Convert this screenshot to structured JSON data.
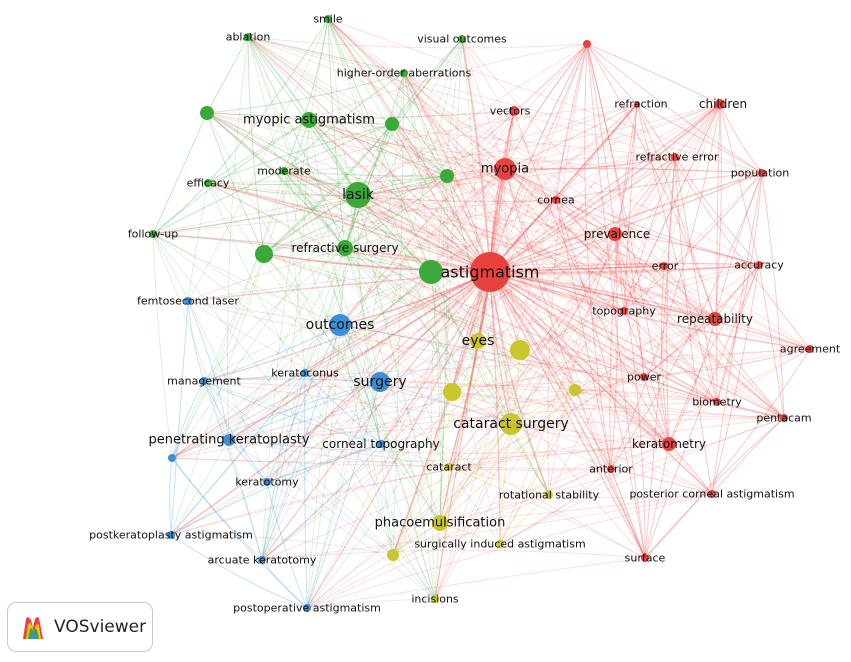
{
  "app": {
    "name": "VOSviewer"
  },
  "colors": {
    "red": "#e8423f",
    "green": "#3aa93a",
    "blue": "#3b8fd6",
    "yellow": "#c9c62a"
  },
  "nodes": [
    {
      "label": "astigmatism",
      "cluster": "red",
      "weight": 5
    },
    {
      "label": "myopia",
      "cluster": "red",
      "weight": 3
    },
    {
      "label": "vectors",
      "cluster": "red",
      "weight": 1
    },
    {
      "label": "refraction",
      "cluster": "red",
      "weight": 1
    },
    {
      "label": "children",
      "cluster": "red",
      "weight": 1
    },
    {
      "label": "refractive error",
      "cluster": "red",
      "weight": 1
    },
    {
      "label": "population",
      "cluster": "red",
      "weight": 1
    },
    {
      "label": "cornea",
      "cluster": "red",
      "weight": 1
    },
    {
      "label": "prevalence",
      "cluster": "red",
      "weight": 2
    },
    {
      "label": "error",
      "cluster": "red",
      "weight": 1
    },
    {
      "label": "accuracy",
      "cluster": "red",
      "weight": 1
    },
    {
      "label": "topography",
      "cluster": "red",
      "weight": 1
    },
    {
      "label": "repeatability",
      "cluster": "red",
      "weight": 2
    },
    {
      "label": "agreement",
      "cluster": "red",
      "weight": 1
    },
    {
      "label": "power",
      "cluster": "red",
      "weight": 1
    },
    {
      "label": "biometry",
      "cluster": "red",
      "weight": 1
    },
    {
      "label": "pentacam",
      "cluster": "red",
      "weight": 1
    },
    {
      "label": "keratometry",
      "cluster": "red",
      "weight": 2
    },
    {
      "label": "anterior",
      "cluster": "red",
      "weight": 1
    },
    {
      "label": "posterior corneal astigmatism",
      "cluster": "red",
      "weight": 1
    },
    {
      "label": "surface",
      "cluster": "red",
      "weight": 1
    },
    {
      "label": "",
      "cluster": "red",
      "weight": 1
    },
    {
      "label": "lasik",
      "cluster": "green",
      "weight": 4
    },
    {
      "label": "smile",
      "cluster": "green",
      "weight": 1
    },
    {
      "label": "ablation",
      "cluster": "green",
      "weight": 1
    },
    {
      "label": "visual outcomes",
      "cluster": "green",
      "weight": 1
    },
    {
      "label": "higher-order aberrations",
      "cluster": "green",
      "weight": 1
    },
    {
      "label": "myopic astigmatism",
      "cluster": "green",
      "weight": 2
    },
    {
      "label": "moderate",
      "cluster": "green",
      "weight": 1
    },
    {
      "label": "efficacy",
      "cluster": "green",
      "weight": 1
    },
    {
      "label": "follow-up",
      "cluster": "green",
      "weight": 1
    },
    {
      "label": "refractive surgery",
      "cluster": "green",
      "weight": 2
    },
    {
      "label": "",
      "cluster": "green",
      "weight": 1
    },
    {
      "label": "",
      "cluster": "green",
      "weight": 1
    },
    {
      "label": "",
      "cluster": "green",
      "weight": 1
    },
    {
      "label": "",
      "cluster": "green",
      "weight": 1
    },
    {
      "label": "",
      "cluster": "green",
      "weight": 3
    },
    {
      "label": "outcomes",
      "cluster": "blue",
      "weight": 3
    },
    {
      "label": "surgery",
      "cluster": "blue",
      "weight": 3
    },
    {
      "label": "femtosecond laser",
      "cluster": "blue",
      "weight": 1
    },
    {
      "label": "management",
      "cluster": "blue",
      "weight": 1
    },
    {
      "label": "keratoconus",
      "cluster": "blue",
      "weight": 1
    },
    {
      "label": "penetrating keratoplasty",
      "cluster": "blue",
      "weight": 2
    },
    {
      "label": "corneal topography",
      "cluster": "blue",
      "weight": 1
    },
    {
      "label": "keratotomy",
      "cluster": "blue",
      "weight": 1
    },
    {
      "label": "postkeratoplasty astigmatism",
      "cluster": "blue",
      "weight": 1
    },
    {
      "label": "arcuate keratotomy",
      "cluster": "blue",
      "weight": 1
    },
    {
      "label": "postoperative astigmatism",
      "cluster": "blue",
      "weight": 1
    },
    {
      "label": "",
      "cluster": "blue",
      "weight": 1
    },
    {
      "label": "eyes",
      "cluster": "yellow",
      "weight": 2
    },
    {
      "label": "cataract surgery",
      "cluster": "yellow",
      "weight": 3
    },
    {
      "label": "cataract",
      "cluster": "yellow",
      "weight": 1
    },
    {
      "label": "rotational stability",
      "cluster": "yellow",
      "weight": 1
    },
    {
      "label": "phacoemulsification",
      "cluster": "yellow",
      "weight": 2
    },
    {
      "label": "surgically induced astigmatism",
      "cluster": "yellow",
      "weight": 1
    },
    {
      "label": "incisions",
      "cluster": "yellow",
      "weight": 1
    },
    {
      "label": "",
      "cluster": "yellow",
      "weight": 2
    },
    {
      "label": "",
      "cluster": "yellow",
      "weight": 2
    },
    {
      "label": "",
      "cluster": "yellow",
      "weight": 1
    },
    {
      "label": "",
      "cluster": "yellow",
      "weight": 1
    }
  ]
}
